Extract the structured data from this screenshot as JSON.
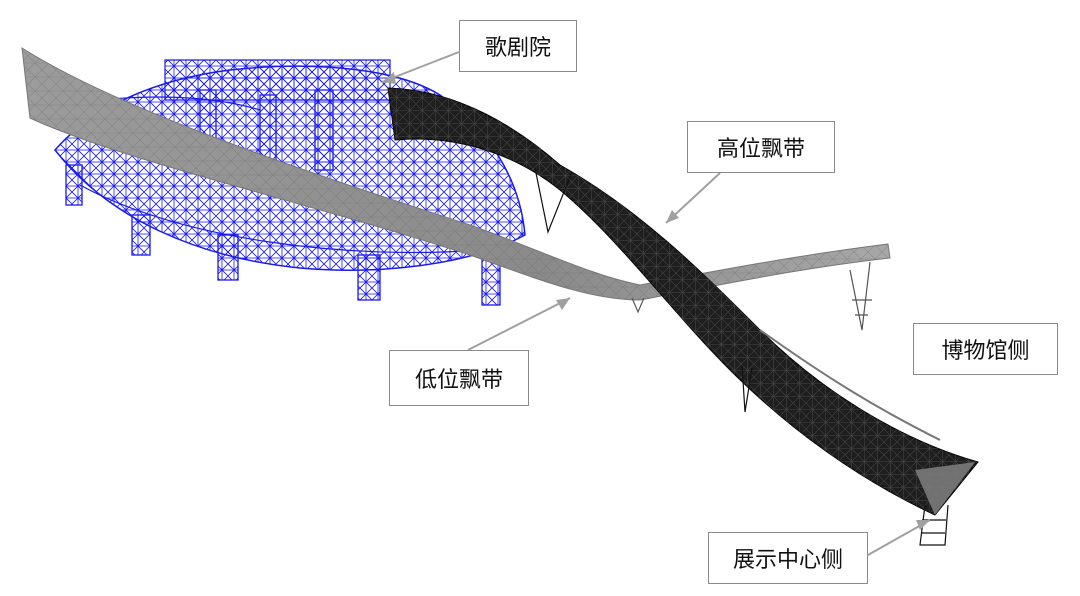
{
  "labels": {
    "opera": "歌剧院",
    "high_ribbon": "高位飘带",
    "low_ribbon": "低位飘带",
    "museum_side": "博物馆侧",
    "exhibition_side": "展示中心侧"
  },
  "colors": {
    "opera_frame": "#1a1aee",
    "low_ribbon": "#8f8f8f",
    "high_ribbon": "#1c1c1c",
    "leader_line": "#a0a0a0",
    "box_border": "#8a8a8a"
  }
}
